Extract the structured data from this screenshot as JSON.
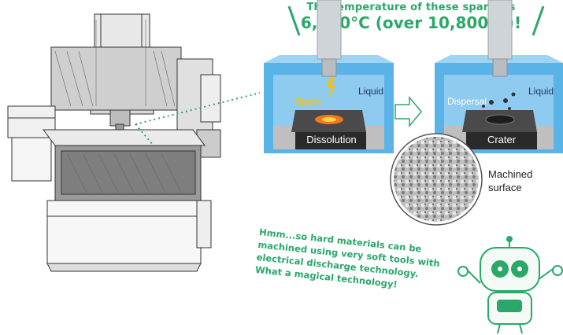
{
  "headline": {
    "line1": "The temperature of these sparks is",
    "line2": "6,000°C (over 10,800°F)!"
  },
  "tank_before": {
    "liquid_label": "Liquid",
    "spark_label": "Spark",
    "block_label": "Dissolution"
  },
  "tank_after": {
    "liquid_label": "Liquid",
    "dispersal_label": "Dispersal",
    "block_label": "Crater"
  },
  "machined_surface": {
    "line1": "Machined",
    "line2": "surface"
  },
  "robot_speech": {
    "line1": "Hmm...so hard materials can be",
    "line2": "machined using very soft tools with",
    "line3": "electrical discharge technology.",
    "line4": "What a magical technology!"
  },
  "colors": {
    "accent_green": "#2aa86a",
    "liquid_blue": "#4aa8e0",
    "spark_yellow": "#f5c400"
  }
}
